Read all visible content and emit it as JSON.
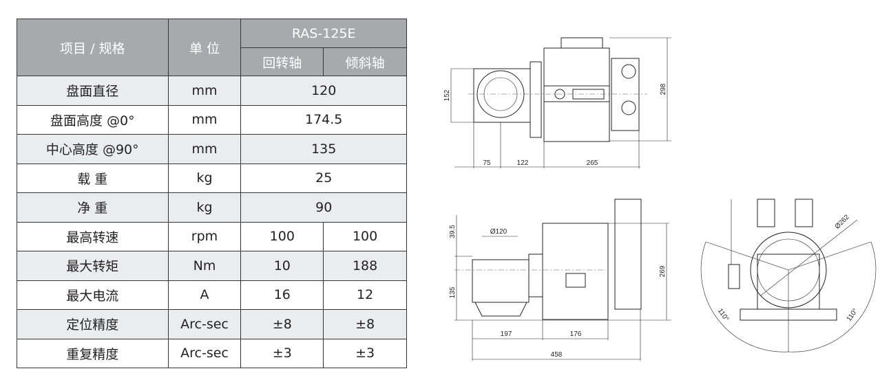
{
  "table": {
    "header": {
      "item": "项目 / 规格",
      "unit": "单 位",
      "model": "RAS-125E",
      "axis_rot": "回转轴",
      "axis_tilt": "倾斜轴"
    },
    "rows": [
      {
        "item": "盘面直径",
        "unit": "mm",
        "value": "120"
      },
      {
        "item": "盘面高度 @0°",
        "unit": "mm",
        "value": "174.5"
      },
      {
        "item": "中心高度 @90°",
        "unit": "mm",
        "value": "135"
      },
      {
        "item": "载  重",
        "unit": "kg",
        "value": "25"
      },
      {
        "item": "净  重",
        "unit": "kg",
        "value": "90"
      },
      {
        "item": "最高转速",
        "unit": "rpm",
        "rot": "100",
        "tilt": "100"
      },
      {
        "item": "最大转矩",
        "unit": "Nm",
        "rot": "10",
        "tilt": "188"
      },
      {
        "item": "最大电流",
        "unit": "A",
        "rot": "16",
        "tilt": "12"
      },
      {
        "item": "定位精度",
        "unit": "Arc-sec",
        "rot": "±8",
        "tilt": "±8"
      },
      {
        "item": "重复精度",
        "unit": "Arc-sec",
        "rot": "±3",
        "tilt": "±3"
      }
    ]
  },
  "drawings": {
    "top_view": {
      "d152": "152",
      "d298": "298",
      "d75": "75",
      "d122": "122",
      "d265": "265"
    },
    "side_view": {
      "d39_5": "39.5",
      "d120": "Ø120",
      "d135": "135",
      "d269": "269",
      "d197": "197",
      "d176": "176",
      "d458": "458"
    },
    "front_view": {
      "d262": "Ø262",
      "angle_left": "110°",
      "angle_right": "110°"
    }
  }
}
